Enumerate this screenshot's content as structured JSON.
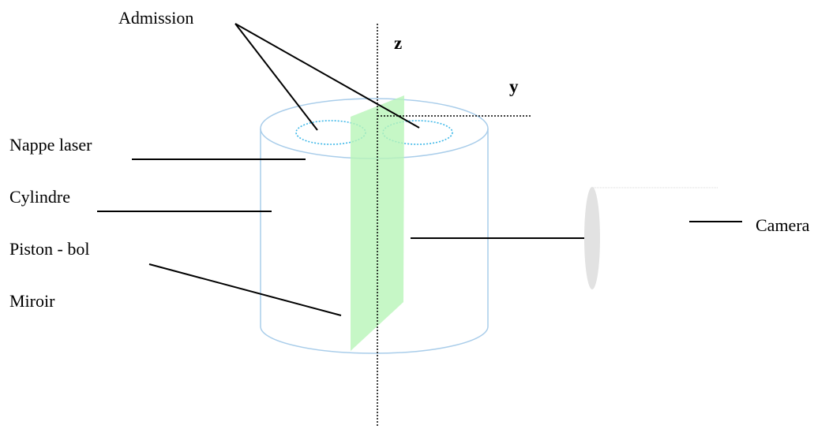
{
  "labels": {
    "admission": "Admission",
    "nappe_laser": "Nappe laser",
    "cylindre": "Cylindre",
    "piston_bol": "Piston - bol",
    "miroir": "Miroir",
    "camera": "Camera"
  },
  "axes": {
    "z": "z",
    "y": "y"
  },
  "colors": {
    "cylinder_outline": "#a9cdea",
    "inlet_ports": "#3fb8e8",
    "laser_sheet": "#b8f5b8",
    "camera_lens": "#e2e2e2",
    "leader_lines": "#000000",
    "axis_lines": "#000000"
  }
}
